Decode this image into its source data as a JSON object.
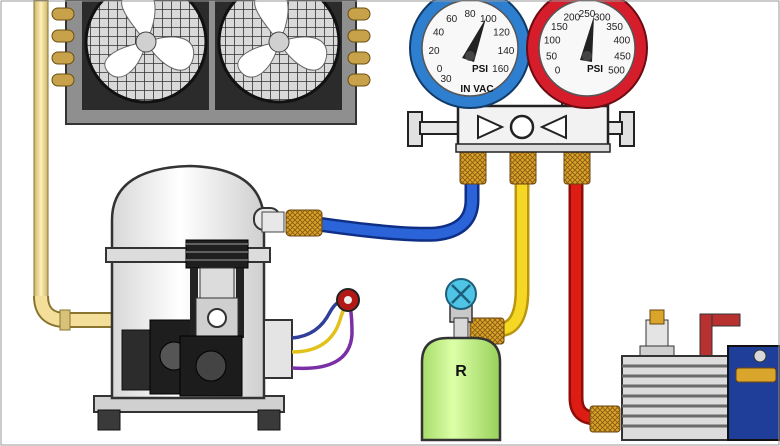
{
  "diagram": {
    "low_gauge": {
      "numbers": [
        "0",
        "20",
        "40",
        "60",
        "80",
        "100",
        "120",
        "140",
        "160"
      ],
      "psi_label": "PSI",
      "vac_reading": "30",
      "vac_label": "IN VAC",
      "ring_color": "#2e7fd0"
    },
    "high_gauge": {
      "numbers": [
        "0",
        "50",
        "100",
        "150",
        "200",
        "250",
        "300",
        "350",
        "400",
        "450",
        "500"
      ],
      "psi_label": "PSI",
      "ring_color": "#d61d2c"
    },
    "refrigerant_tank": {
      "label": "R",
      "color": "#c6f08a"
    },
    "hoses": {
      "low_side": "#1c52c6",
      "charging": "#f2d21c",
      "high_side": "#d61d14"
    },
    "wires": [
      "#2f3f9a",
      "#e2c21a",
      "#7a2fa6"
    ]
  }
}
